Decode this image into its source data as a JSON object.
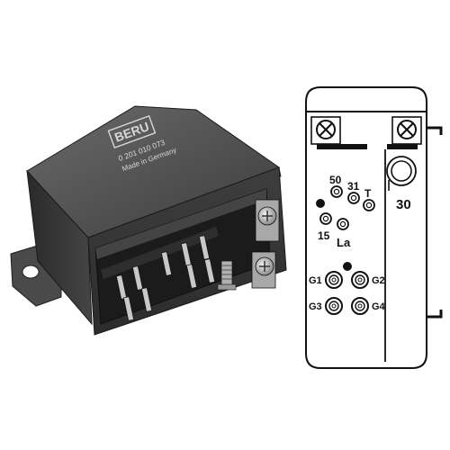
{
  "relay": {
    "brand": "BERU",
    "part_number": "0 201 010 073",
    "origin": "Made in Germany"
  },
  "diagram": {
    "terminals": {
      "t50": "50",
      "t31": "31",
      "tT": "T",
      "t30": "30",
      "t15": "15",
      "tLa": "La",
      "g1": "G1",
      "g2": "G2",
      "g3": "G3",
      "g4": "G4"
    }
  },
  "colors": {
    "housing": "#3a3a3a",
    "housing_dark": "#222222",
    "housing_light": "#5a5a5a",
    "metal": "#bdbdbd",
    "ink": "#111111"
  }
}
